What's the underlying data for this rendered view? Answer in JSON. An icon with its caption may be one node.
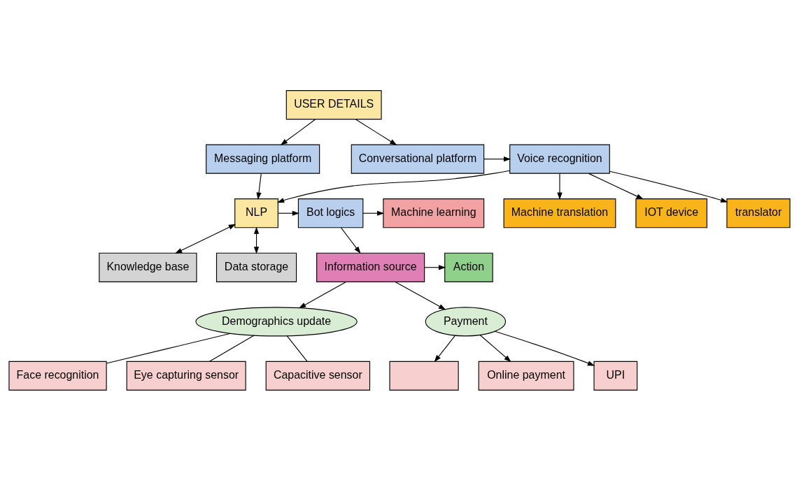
{
  "diagram": {
    "nodes": [
      {
        "text": [
          "USER DETAILS"
        ]
      },
      {
        "text": [
          "Messaging platform"
        ]
      },
      {
        "text": [
          "Conversational platform"
        ]
      },
      {
        "text": [
          "Voice recognition"
        ]
      },
      {
        "text": [
          "Machine translation"
        ]
      },
      {
        "text": [
          "IOT device"
        ]
      },
      {
        "text": [
          "translator"
        ]
      },
      {
        "text": [
          "NLP"
        ]
      },
      {
        "text": [
          "Bot logics"
        ]
      },
      {
        "text": [
          "Machine learning"
        ]
      },
      {
        "text": [
          "Knowledge base"
        ]
      },
      {
        "text": [
          "Data storage"
        ]
      },
      {
        "text": [
          "Information source"
        ]
      },
      {
        "text": [
          "Action"
        ]
      },
      {
        "text": [
          "Demographics update"
        ]
      },
      {
        "text": [
          "Payment"
        ]
      },
      {
        "text": [
          "Face recognition"
        ]
      },
      {
        "text": [
          "Eye capturing sensor"
        ]
      },
      {
        "text": [
          "Capacitive sensor"
        ]
      },
      {
        "text": [],
        "shape": "box"
      },
      {
        "text": [
          "Online payment"
        ]
      },
      {
        "text": [
          "UPI"
        ]
      }
    ],
    "edges": [
      {
        "from": 0,
        "to": 1,
        "arrow": "to"
      },
      {
        "from": 0,
        "to": 2,
        "arrow": "to"
      },
      {
        "from": 2,
        "to": 3,
        "arrow": "to"
      },
      {
        "from": 3,
        "to": 4,
        "arrow": "to"
      },
      {
        "from": 3,
        "to": 5,
        "arrow": "to"
      },
      {
        "from": 3,
        "to": 6,
        "arrow": "to"
      },
      {
        "from": 1,
        "to": 7,
        "arrow": "to"
      },
      {
        "from": 3,
        "to": 7,
        "arrow": "to"
      },
      {
        "from": 7,
        "to": 8,
        "arrow": "to"
      },
      {
        "from": 8,
        "to": 9,
        "arrow": "to"
      },
      {
        "from": 7,
        "to": 10,
        "arrow": "both"
      },
      {
        "from": 7,
        "to": 11,
        "arrow": "both"
      },
      {
        "from": 8,
        "to": 12,
        "arrow": "to"
      },
      {
        "from": 12,
        "to": 13,
        "arrow": "to"
      },
      {
        "from": 12,
        "to": 14,
        "arrow": "to"
      },
      {
        "from": 12,
        "to": 15,
        "arrow": "to"
      },
      {
        "from": 14,
        "to": 16,
        "arrow": "none"
      },
      {
        "from": 14,
        "to": 17,
        "arrow": "none"
      },
      {
        "from": 14,
        "to": 18,
        "arrow": "none"
      },
      {
        "from": 15,
        "to": 19,
        "arrow": "to"
      },
      {
        "from": 15,
        "to": 20,
        "arrow": "to"
      },
      {
        "from": 15,
        "to": 21,
        "arrow": "to"
      }
    ]
  }
}
